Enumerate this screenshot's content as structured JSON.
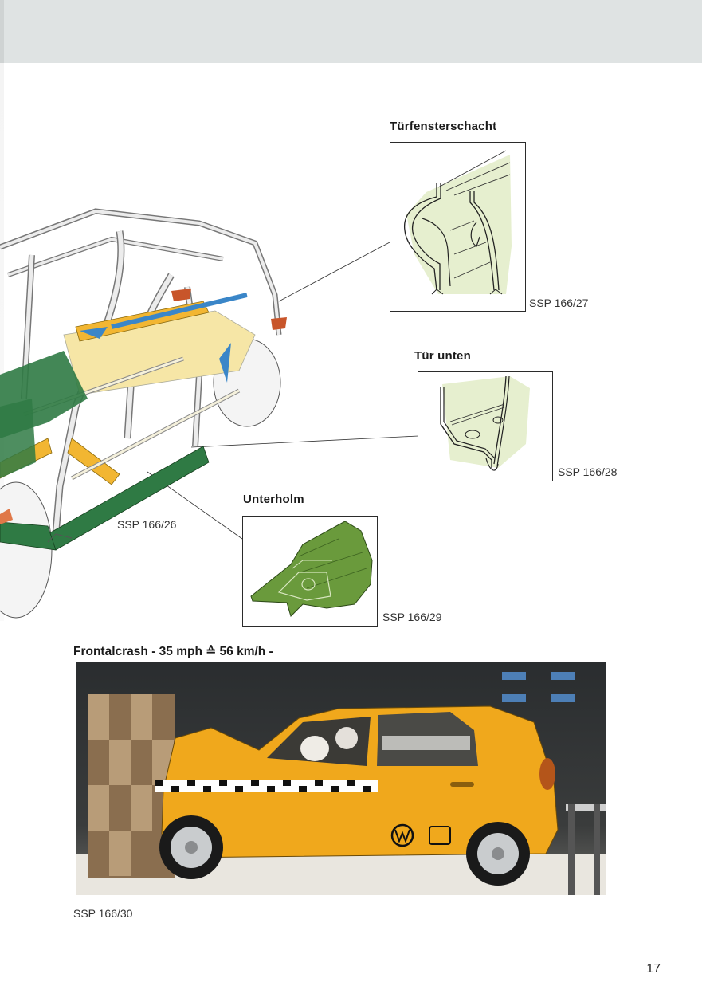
{
  "page": {
    "number": "17",
    "header_band_color": "#dfe3e3"
  },
  "main_illustration": {
    "subject": "car-body-shell-side-impact-reinforcements",
    "ref": "SSP 166/26",
    "colors": {
      "sill_green": "#2f7a44",
      "crossmember_yellow": "#f2b632",
      "tube_blue": "#3a86c8",
      "bracket_orange": "#c8552a",
      "frame_grey": "#e8eaea"
    }
  },
  "details": [
    {
      "id": "tuerfensterschacht",
      "label": "Türfensterschacht",
      "ref": "SSP 166/27",
      "fill": "#e6efcf"
    },
    {
      "id": "tuer-unten",
      "label": "Tür unten",
      "ref": "SSP 166/28",
      "fill": "#e6efcf"
    },
    {
      "id": "unterholm",
      "label": "Unterholm",
      "ref": "SSP 166/29",
      "fill": "#6a9a3c"
    }
  ],
  "crash_photo": {
    "caption": "Frontalcrash - 35 mph ≙ 56 km/h -",
    "ref": "SSP 166/30",
    "car_color": "#f0a81c"
  }
}
